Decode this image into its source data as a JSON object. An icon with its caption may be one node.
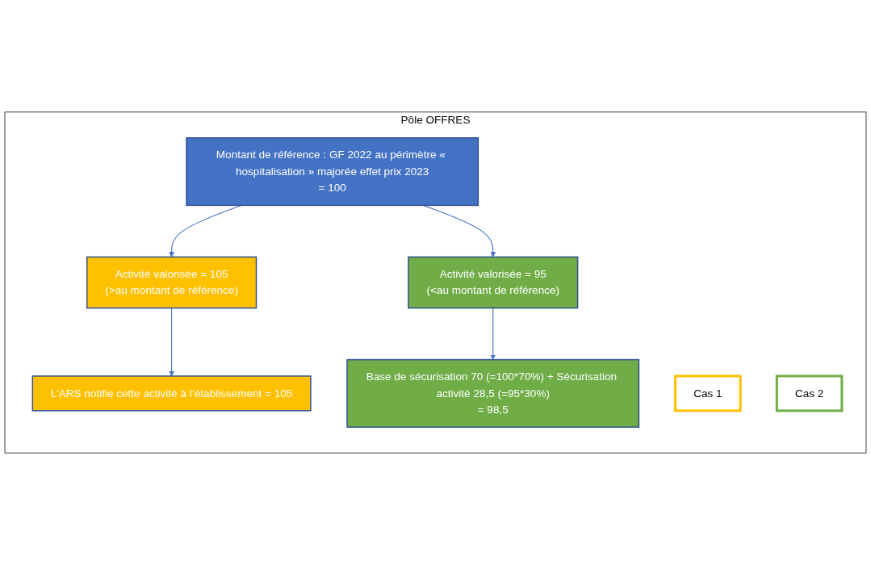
{
  "diagram": {
    "nodes": [
      {
        "text": [
          "Pôle OFFRES"
        ]
      },
      {
        "text": [
          "Montant de référence : GF 2022 au périmètre « hospitalisation » majorée effet prix 2023",
          "= 100"
        ],
        "in": 0
      },
      {
        "text": [
          "Cas 1"
        ],
        "in": 0
      },
      {
        "text": [
          "Activité valorisée = 105",
          "(>au montant de référence)"
        ],
        "in": 0
      },
      {
        "text": [
          "Cas 2"
        ],
        "in": 0
      },
      {
        "text": [
          "Activité valorisée = 95",
          "(<au montant de référence)"
        ],
        "in": 0
      },
      {
        "text": [
          "L’ARS notifie cette activité à l’établissement = 105"
        ],
        "in": 0
      },
      {
        "text": [
          "Base de sécurisation 70 (=100*70%) + Sécurisation activité 28,5 (=95*30%)",
          "= 98,5"
        ],
        "in": 0
      }
    ],
    "edges": [
      {
        "from": 1,
        "to": 3,
        "arrow": "to"
      },
      {
        "from": 1,
        "to": 5,
        "arrow": "to"
      },
      {
        "from": 3,
        "to": 6,
        "arrow": "to"
      },
      {
        "from": 5,
        "to": 7,
        "arrow": "to"
      }
    ]
  }
}
